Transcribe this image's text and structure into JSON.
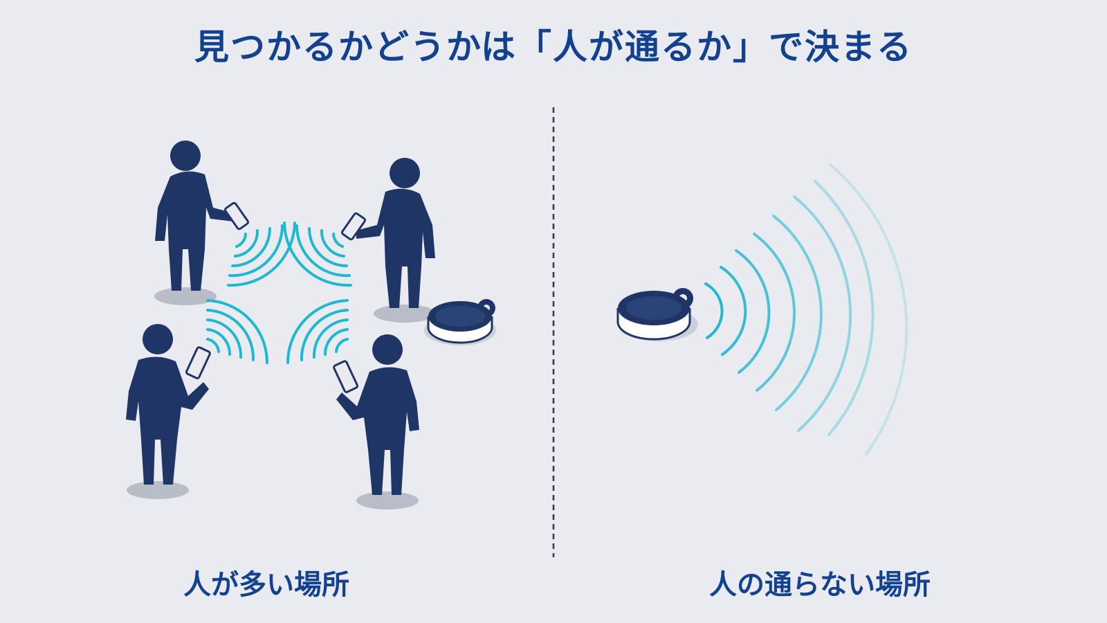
{
  "title": "見つかるかどうかは「人が通るか」で決まる",
  "panels": {
    "left": {
      "caption": "人が多い場所"
    },
    "right": {
      "caption": "人の通らない場所"
    }
  },
  "colors": {
    "background": "#e9ebf0",
    "title": "#12428f",
    "figure": "#1f3566",
    "signal": "#1fb8d0",
    "shadow": "#b8bdc8",
    "divider": "#2a3550"
  },
  "icons": [
    "person-icon",
    "smartphone-icon",
    "tracker-tag-icon",
    "signal-wave-icon"
  ]
}
